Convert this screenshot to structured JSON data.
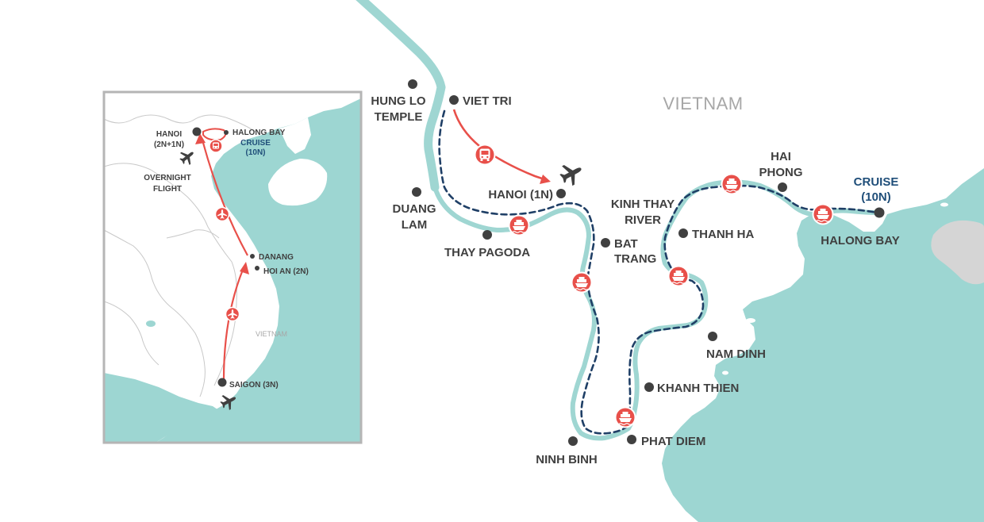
{
  "colors": {
    "sea": "#9dd6d2",
    "land": "#ffffff",
    "river": "#9fd6d2",
    "cruise_route": "#1f3f66",
    "transport_route": "#e8504a",
    "town_dot": "#404040",
    "label": "#404040",
    "cruise_label": "#1f4e79",
    "country_label": "#a7a7a7",
    "inset_border": "#b5b5b5",
    "inset_borders": "#c8c8c8",
    "shoal": "#d5d5d5"
  },
  "main_map": {
    "country_label": "VIETNAM",
    "places": {
      "hung_lo_1": "HUNG LO",
      "hung_lo_2": "TEMPLE",
      "viet_tri": "VIET TRI",
      "hanoi": "HANOI (1N)",
      "duang_1": "DUANG",
      "duang_2": "LAM",
      "thay_pagoda": "THAY PAGODA",
      "bat_1": "BAT",
      "bat_2": "TRANG",
      "kinh_1": "KINH THAY",
      "kinh_2": "RIVER",
      "thanh_ha": "THANH HA",
      "hai_1": "HAI",
      "hai_2": "PHONG",
      "cruise_1": "CRUISE",
      "cruise_2": "(10N)",
      "halong_bay": "HALONG BAY",
      "nam_dinh": "NAM DINH",
      "khanh_thien": "KHANH THIEN",
      "phat_diem": "PHAT DIEM",
      "ninh_binh": "NINH BINH"
    },
    "icons": [
      "bus-icon",
      "plane-icon",
      "ship-icon"
    ]
  },
  "inset_map": {
    "country_label": "VIETNAM",
    "places": {
      "hanoi_1": "HANOI",
      "hanoi_2": "(2N+1N)",
      "halong_bay": "HALONG BAY",
      "cruise_1": "CRUISE",
      "cruise_2": "(10N)",
      "overnight_1": "OVERNIGHT",
      "overnight_2": "FLIGHT",
      "danang": "DANANG",
      "hoi_an": "HOI AN (2N)",
      "saigon": "SAIGON (3N)"
    }
  }
}
